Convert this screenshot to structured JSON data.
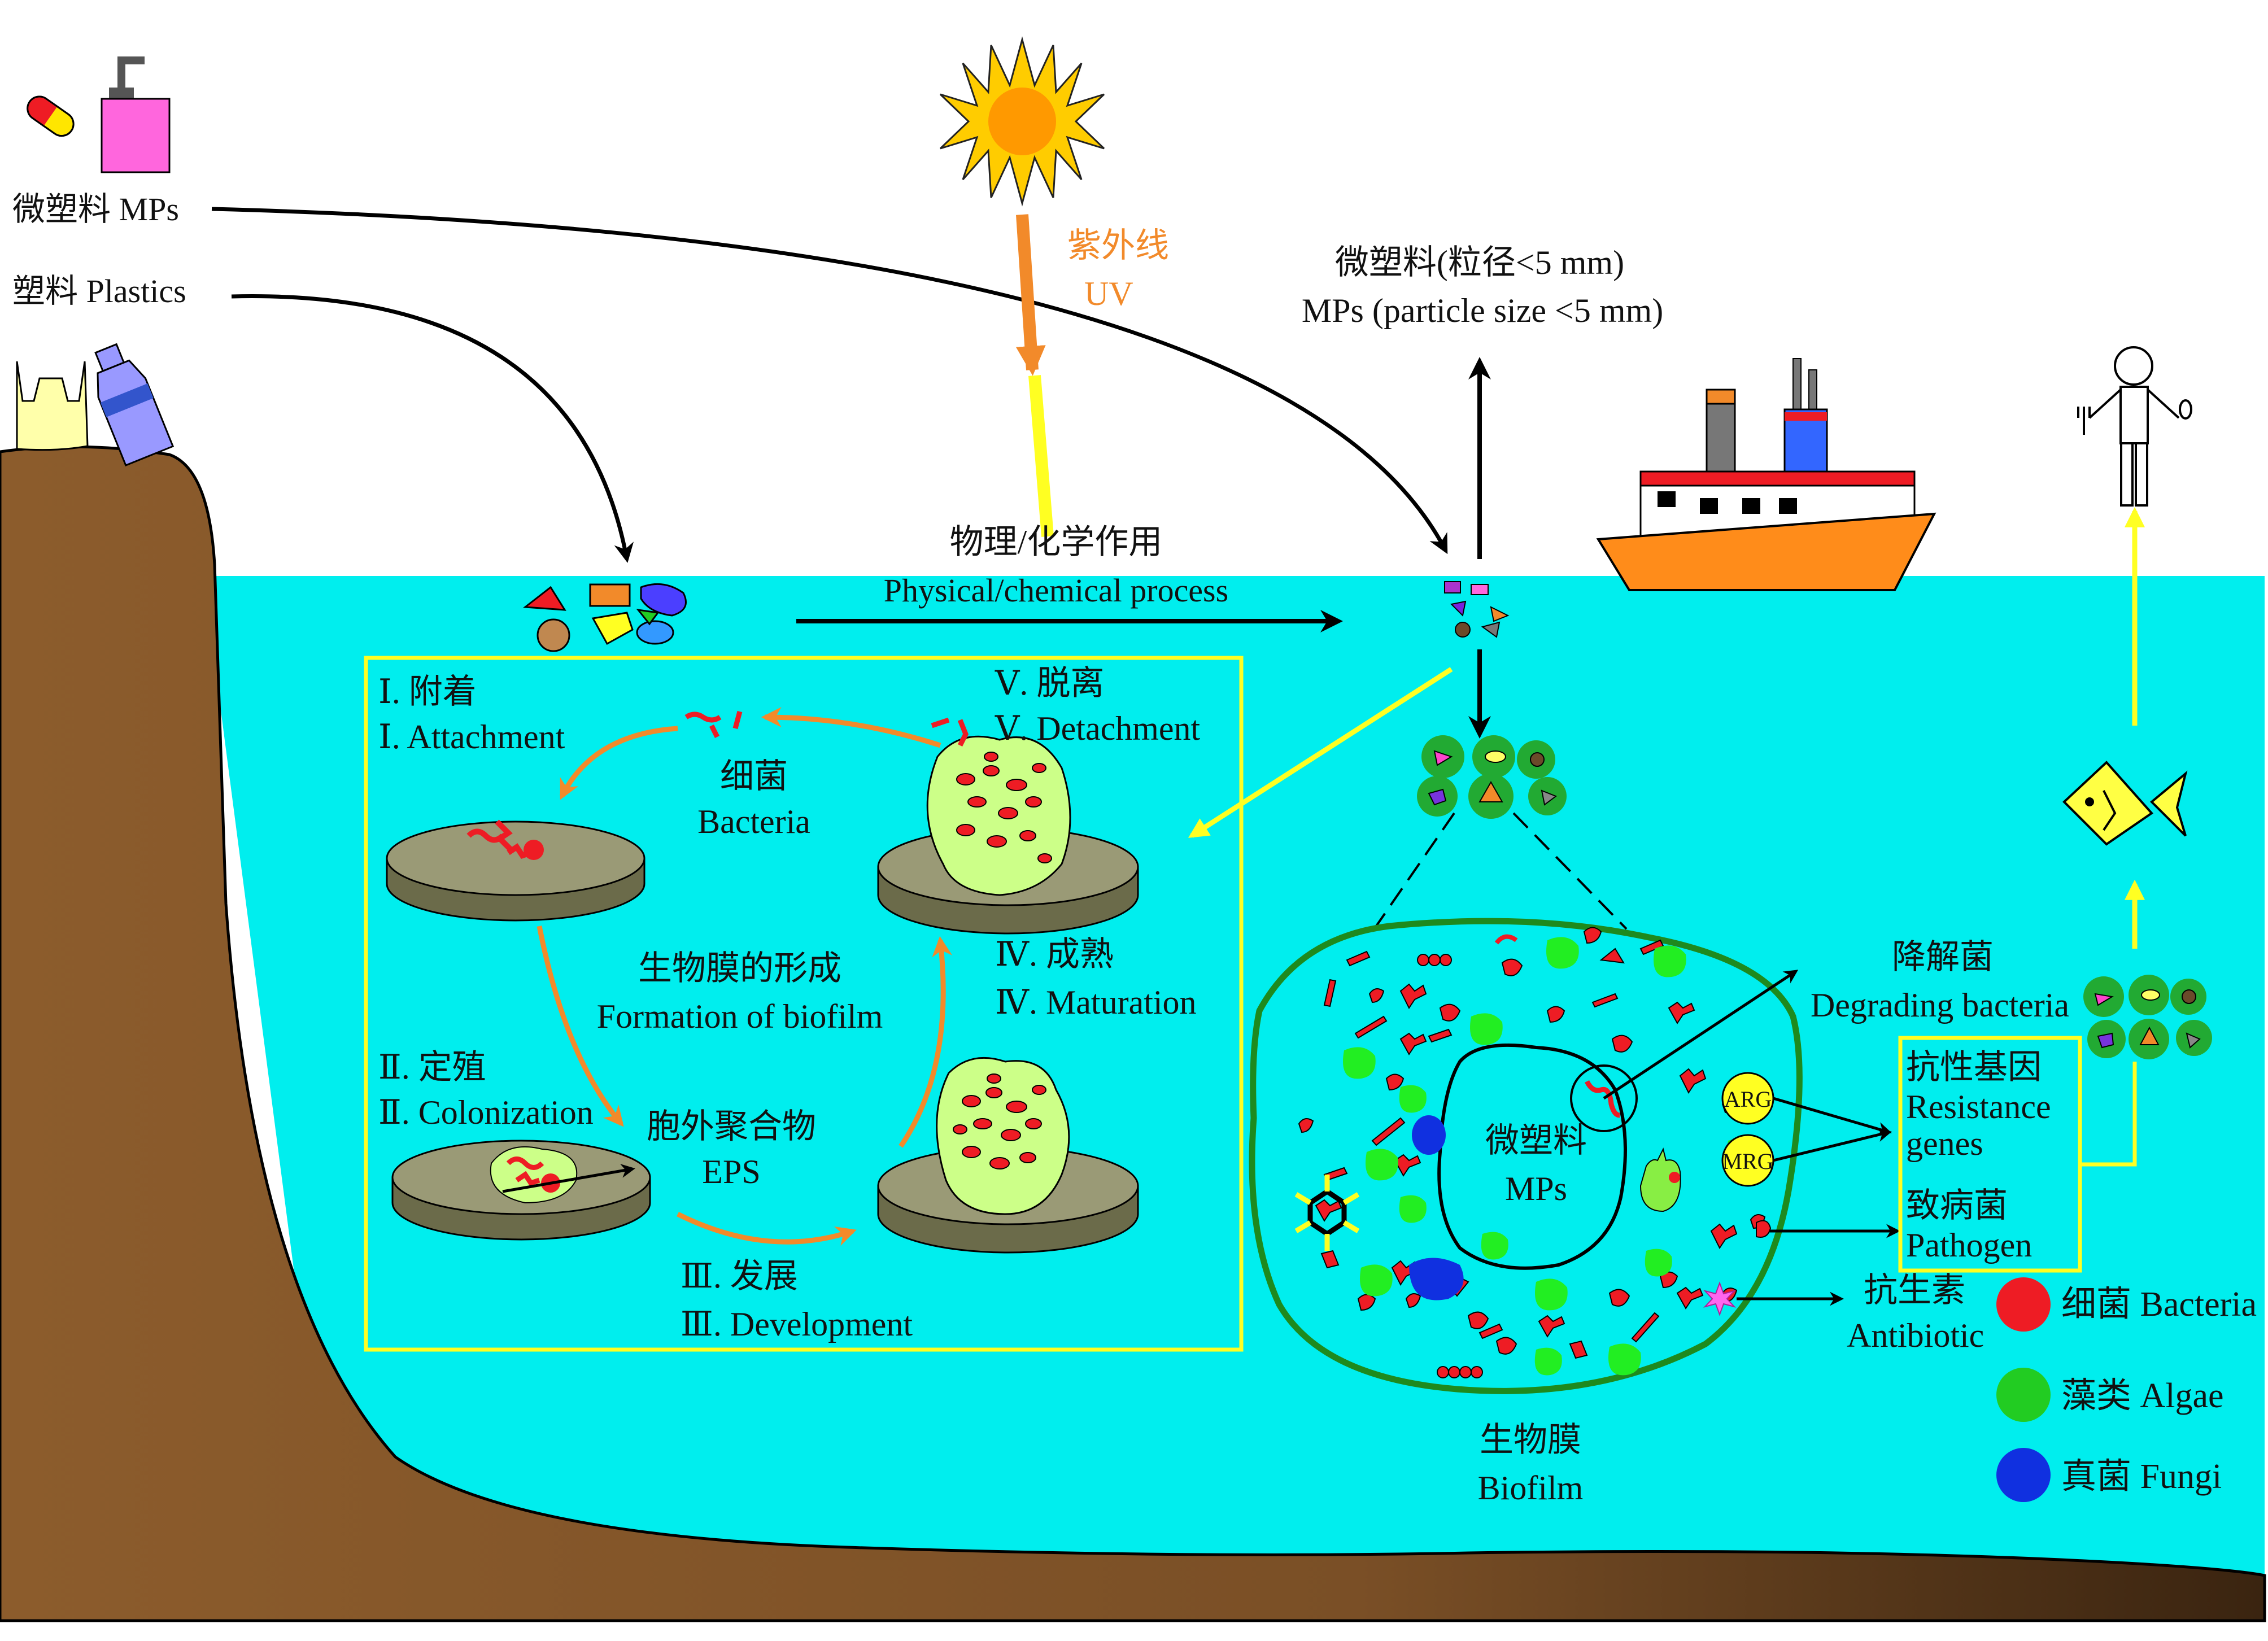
{
  "sources": {
    "mps_label": "微塑料 MPs",
    "plastics_label": "塑料 Plastics"
  },
  "uv": {
    "cn": "紫外线",
    "en": "UV"
  },
  "small_mps": {
    "cn": "微塑料(粒径<5 mm)",
    "en": "MPs (particle size <5 mm)"
  },
  "process": {
    "cn": "物理/化学作用",
    "en": "Physical/chemical process"
  },
  "biofilm_formation": {
    "title_cn": "生物膜的形成",
    "title_en": "Formation of biofilm",
    "stage1_cn": "Ⅰ. 附着",
    "stage1_en": "Ⅰ. Attachment",
    "stage2_cn": "Ⅱ. 定殖",
    "stage2_en": "Ⅱ. Colonization",
    "stage3_cn": "Ⅲ. 发展",
    "stage3_en": "Ⅲ. Development",
    "stage4_cn": "Ⅳ. 成熟",
    "stage4_en": "Ⅳ. Maturation",
    "stage5_cn": "Ⅴ. 脱离",
    "stage5_en": "Ⅴ. Detachment",
    "bacteria_cn": "细菌",
    "bacteria_en": "Bacteria",
    "eps_cn": "胞外聚合物",
    "eps_en": "EPS"
  },
  "biofilm": {
    "label_cn": "生物膜",
    "label_en": "Biofilm",
    "core_cn": "微塑料",
    "core_en": "MPs",
    "arg": "ARG",
    "mrg": "MRG"
  },
  "outcomes": {
    "degrading_cn": "降解菌",
    "degrading_en": "Degrading bacteria",
    "resistance_cn": "抗性基因",
    "resistance_en_1": "Resistance",
    "resistance_en_2": "genes",
    "pathogen_cn": "致病菌",
    "pathogen_en": "Pathogen",
    "antibiotic_cn": "抗生素",
    "antibiotic_en": "Antibiotic"
  },
  "legend": [
    {
      "label": "细菌 Bacteria",
      "color": "#ee1c24"
    },
    {
      "label": "藻类 Algae",
      "color": "#22cc22"
    },
    {
      "label": "真菌 Fungi",
      "color": "#1030e0"
    }
  ],
  "colors": {
    "water": "#00eeee",
    "land": "#8b5a2b",
    "yellow_arrow": "#ffff22",
    "orange_arrow": "#f28a2a",
    "biofilm_ring": "#1e8a1e",
    "bacteria": "#ee1c24"
  }
}
